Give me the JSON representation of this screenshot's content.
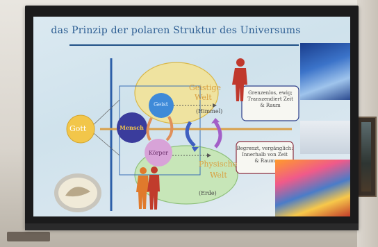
{
  "slide": {
    "title": "das Prinzip der polaren Struktur des Universums"
  },
  "diagram": {
    "gott": "Gott",
    "mensch": "Mensch",
    "geist": "Geist",
    "koerper": "Körper",
    "geistige_welt_1": "Geistige",
    "geistige_welt_2": "Welt",
    "himmel": "(Himmel)",
    "physische_welt_1": "Physische",
    "physische_welt_2": "Welt",
    "erde": "(Erde)"
  },
  "boxes": {
    "grenzenlos_1": "Grenzenlos, ewig;",
    "grenzenlos_2": "Transzendiert Zeit",
    "grenzenlos_3": "& Raum",
    "begrenzt_1": "Begrenzt, vergänglich:",
    "begrenzt_2": "Innerhalb von Zeit",
    "begrenzt_3": "& Raum"
  },
  "colors": {
    "slide_bg": "#d6e6ef",
    "title": "#2c5d92",
    "gott_circle": "#f2c64a",
    "mensch_circle": "#3a3c9c",
    "geist_circle": "#3f8ad8",
    "koerper_circle": "#d8a3d8",
    "geistige_ellipse": "#efe3a0",
    "physische_ellipse": "#c7e6b8",
    "gold_line": "#d9a04a",
    "blue_line": "#2d5fa8"
  }
}
